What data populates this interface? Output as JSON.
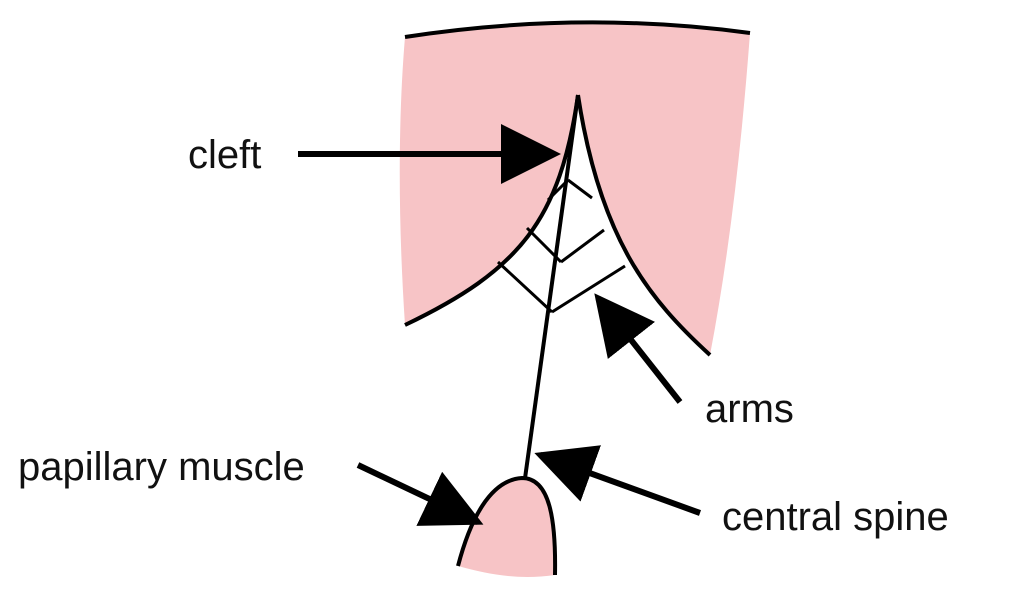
{
  "labels": {
    "cleft": "cleft",
    "arms": "arms",
    "papillary_muscle": "papillary muscle",
    "central_spine": "central spine"
  },
  "colors": {
    "tissue": "#f7c4c6",
    "outline": "#000000",
    "text": "#111111"
  }
}
